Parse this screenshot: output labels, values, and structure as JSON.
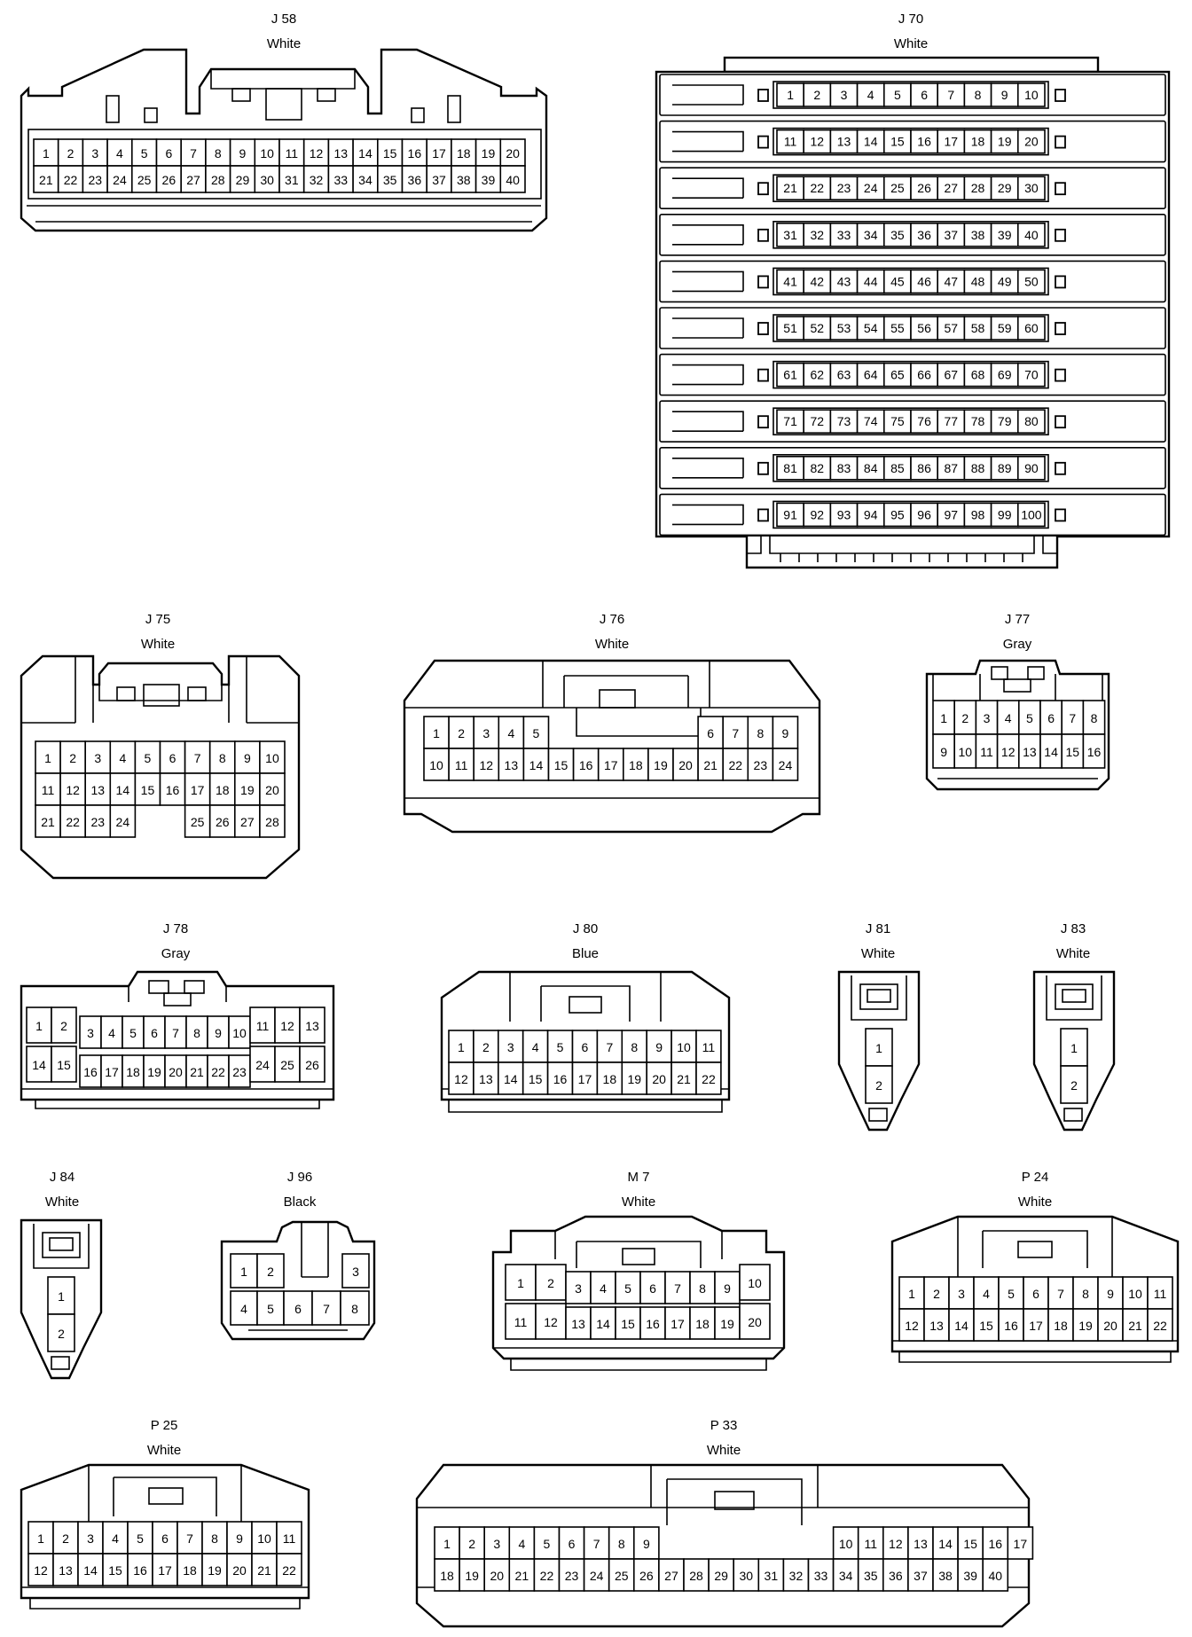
{
  "connectors": [
    {
      "id": "J58",
      "code": "J 58",
      "color": "White",
      "rows": [
        [
          1,
          2,
          3,
          4,
          5,
          6,
          7,
          8,
          9,
          10,
          11,
          12,
          13,
          14,
          15,
          16,
          17,
          18,
          19,
          20
        ],
        [
          21,
          22,
          23,
          24,
          25,
          26,
          27,
          28,
          29,
          30,
          31,
          32,
          33,
          34,
          35,
          36,
          37,
          38,
          39,
          40
        ]
      ]
    },
    {
      "id": "J70",
      "code": "J 70",
      "color": "White",
      "rows": [
        [
          1,
          2,
          3,
          4,
          5,
          6,
          7,
          8,
          9,
          10
        ],
        [
          11,
          12,
          13,
          14,
          15,
          16,
          17,
          18,
          19,
          20
        ],
        [
          21,
          22,
          23,
          24,
          25,
          26,
          27,
          28,
          29,
          30
        ],
        [
          31,
          32,
          33,
          34,
          35,
          36,
          37,
          38,
          39,
          40
        ],
        [
          41,
          42,
          43,
          44,
          45,
          46,
          47,
          48,
          49,
          50
        ],
        [
          51,
          52,
          53,
          54,
          55,
          56,
          57,
          58,
          59,
          60
        ],
        [
          61,
          62,
          63,
          64,
          65,
          66,
          67,
          68,
          69,
          70
        ],
        [
          71,
          72,
          73,
          74,
          75,
          76,
          77,
          78,
          79,
          80
        ],
        [
          81,
          82,
          83,
          84,
          85,
          86,
          87,
          88,
          89,
          90
        ],
        [
          91,
          92,
          93,
          94,
          95,
          96,
          97,
          98,
          99,
          100
        ]
      ]
    },
    {
      "id": "J75",
      "code": "J 75",
      "color": "White",
      "rows": [
        [
          1,
          2,
          3,
          4,
          5,
          6,
          7,
          8,
          9,
          10
        ],
        [
          11,
          12,
          13,
          14,
          15,
          16,
          17,
          18,
          19,
          20
        ],
        [
          21,
          22,
          23,
          24,
          null,
          null,
          25,
          26,
          27,
          28
        ]
      ]
    },
    {
      "id": "J76",
      "code": "J 76",
      "color": "White",
      "rows": [
        [
          1,
          2,
          3,
          4,
          5,
          null,
          null,
          null,
          null,
          null,
          null,
          6,
          7,
          8,
          9
        ],
        [
          10,
          11,
          12,
          13,
          14,
          15,
          16,
          17,
          18,
          19,
          20,
          21,
          22,
          23,
          24
        ]
      ]
    },
    {
      "id": "J77",
      "code": "J 77",
      "color": "Gray",
      "rows": [
        [
          1,
          2,
          3,
          4,
          5,
          6,
          7,
          8
        ],
        [
          9,
          10,
          11,
          12,
          13,
          14,
          15,
          16
        ]
      ]
    },
    {
      "id": "J78",
      "code": "J 78",
      "color": "Gray",
      "rows": [
        [
          1,
          2,
          3,
          4,
          5,
          6,
          7,
          8,
          9,
          10,
          11,
          12,
          13
        ],
        [
          14,
          15,
          16,
          17,
          18,
          19,
          20,
          21,
          22,
          23,
          24,
          25,
          26
        ]
      ]
    },
    {
      "id": "J80",
      "code": "J 80",
      "color": "Blue",
      "rows": [
        [
          1,
          2,
          3,
          4,
          5,
          6,
          7,
          8,
          9,
          10,
          11
        ],
        [
          12,
          13,
          14,
          15,
          16,
          17,
          18,
          19,
          20,
          21,
          22
        ]
      ]
    },
    {
      "id": "J81",
      "code": "J 81",
      "color": "White",
      "rows": [
        [
          1
        ],
        [
          2
        ]
      ]
    },
    {
      "id": "J83",
      "code": "J 83",
      "color": "White",
      "rows": [
        [
          1
        ],
        [
          2
        ]
      ]
    },
    {
      "id": "J84",
      "code": "J 84",
      "color": "White",
      "rows": [
        [
          1
        ],
        [
          2
        ]
      ]
    },
    {
      "id": "J96",
      "code": "J 96",
      "color": "Black",
      "rows": [
        [
          1,
          2,
          null,
          3
        ],
        [
          4,
          5,
          6,
          7,
          8
        ]
      ]
    },
    {
      "id": "M7",
      "code": "M 7",
      "color": "White",
      "rows": [
        [
          1,
          2,
          3,
          4,
          5,
          6,
          7,
          8,
          9,
          10
        ],
        [
          11,
          12,
          13,
          14,
          15,
          16,
          17,
          18,
          19,
          20
        ]
      ]
    },
    {
      "id": "P24",
      "code": "P 24",
      "color": "White",
      "rows": [
        [
          1,
          2,
          3,
          4,
          5,
          6,
          7,
          8,
          9,
          10,
          11
        ],
        [
          12,
          13,
          14,
          15,
          16,
          17,
          18,
          19,
          20,
          21,
          22
        ]
      ]
    },
    {
      "id": "P25",
      "code": "P 25",
      "color": "White",
      "rows": [
        [
          1,
          2,
          3,
          4,
          5,
          6,
          7,
          8,
          9,
          10,
          11
        ],
        [
          12,
          13,
          14,
          15,
          16,
          17,
          18,
          19,
          20,
          21,
          22
        ]
      ]
    },
    {
      "id": "P33",
      "code": "P 33",
      "color": "White",
      "rows": [
        [
          1,
          2,
          3,
          4,
          5,
          6,
          7,
          8,
          9,
          null,
          null,
          null,
          null,
          null,
          null,
          null,
          10,
          11,
          12,
          13,
          14,
          15,
          16,
          17
        ],
        [
          18,
          19,
          20,
          21,
          22,
          23,
          24,
          25,
          26,
          27,
          28,
          29,
          30,
          31,
          32,
          33,
          34,
          35,
          36,
          37,
          38,
          39,
          40
        ]
      ]
    }
  ]
}
